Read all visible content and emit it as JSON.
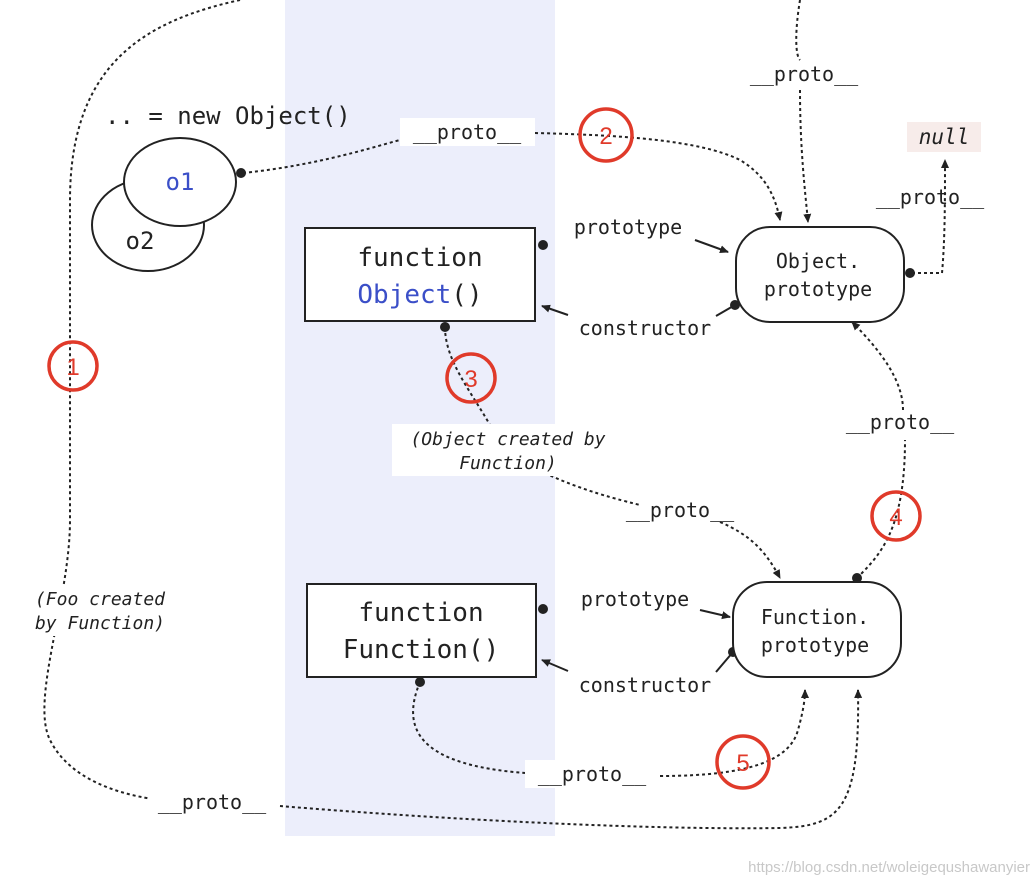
{
  "header_text": ".. = new Object()",
  "objects": {
    "o1": "o1",
    "o2": "o2"
  },
  "boxes": {
    "object_fn_line1": "function",
    "object_fn_name": "Object",
    "object_fn_parens": "()",
    "function_fn_line1": "function",
    "function_fn_line2": "Function()"
  },
  "prototypes": {
    "object_proto_line1": "Object.",
    "object_proto_line2": "prototype",
    "function_proto_line1": "Function.",
    "function_proto_line2": "prototype"
  },
  "null_text": "null",
  "edge_labels": {
    "proto_top": "__proto__",
    "proto_o1": "__proto__",
    "proto_null": "__proto__",
    "prototype_object": "prototype",
    "constructor_object": "constructor",
    "proto_fnproto_to_objproto": "__proto__",
    "proto_object_fn": "__proto__",
    "prototype_function": "prototype",
    "constructor_function": "constructor",
    "proto_function_fn": "__proto__",
    "proto_foo": "__proto__"
  },
  "notes": {
    "object_created_line1": "(Object created by",
    "object_created_line2": "Function)",
    "foo_created_line1": "(Foo created",
    "foo_created_line2": "by Function)"
  },
  "markers": [
    "1",
    "2",
    "3",
    "4",
    "5"
  ],
  "watermark": "https://blog.csdn.net/woleigequshawanyier",
  "colors": {
    "band": "#eceefb",
    "marker": "#e03a2a",
    "keyword_blue": "#3b4fc8",
    "null_bg": "#f7ecea"
  }
}
